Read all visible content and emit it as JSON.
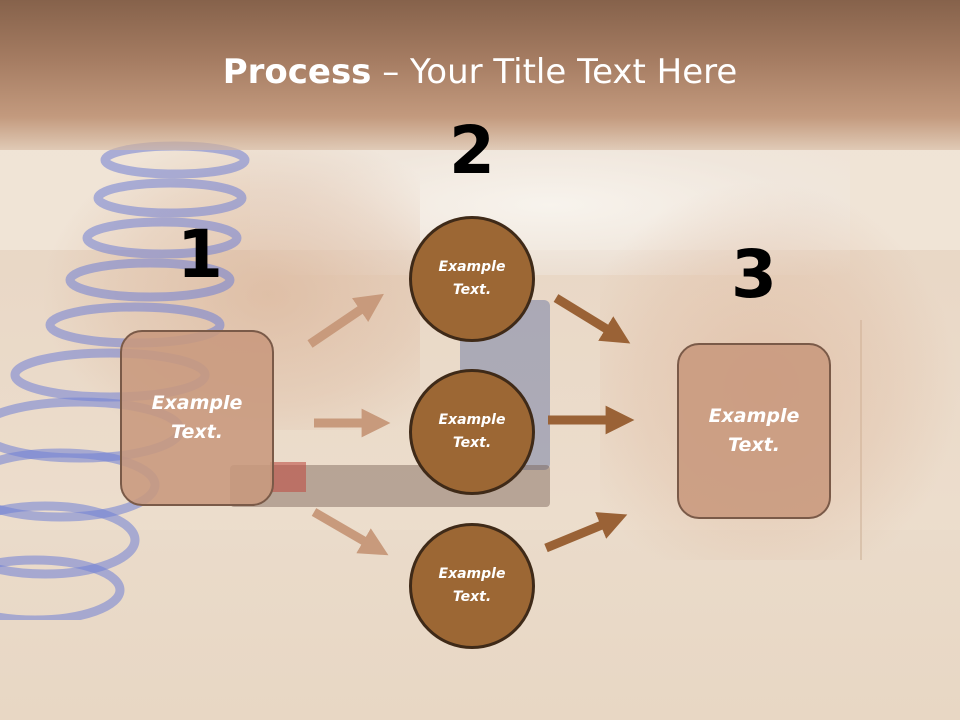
{
  "title": {
    "bold": "Process",
    "rest": " – Your Title Text Here"
  },
  "steps": [
    {
      "number": "1",
      "label": "Example Text."
    },
    {
      "number": "2",
      "label": "Example Text."
    },
    {
      "number": "3",
      "label": "Example Text."
    }
  ],
  "circles": [
    {
      "label": "Example Text."
    },
    {
      "label": "Example Text."
    },
    {
      "label": "Example Text."
    }
  ],
  "colors": {
    "title_band": "#a57c62",
    "box_fill": "#c8987d",
    "circle_fill": "#9c6734",
    "circle_border": "#3f2a18",
    "arrow_light": "#c89a7c",
    "arrow_dark": "#9a6236"
  }
}
